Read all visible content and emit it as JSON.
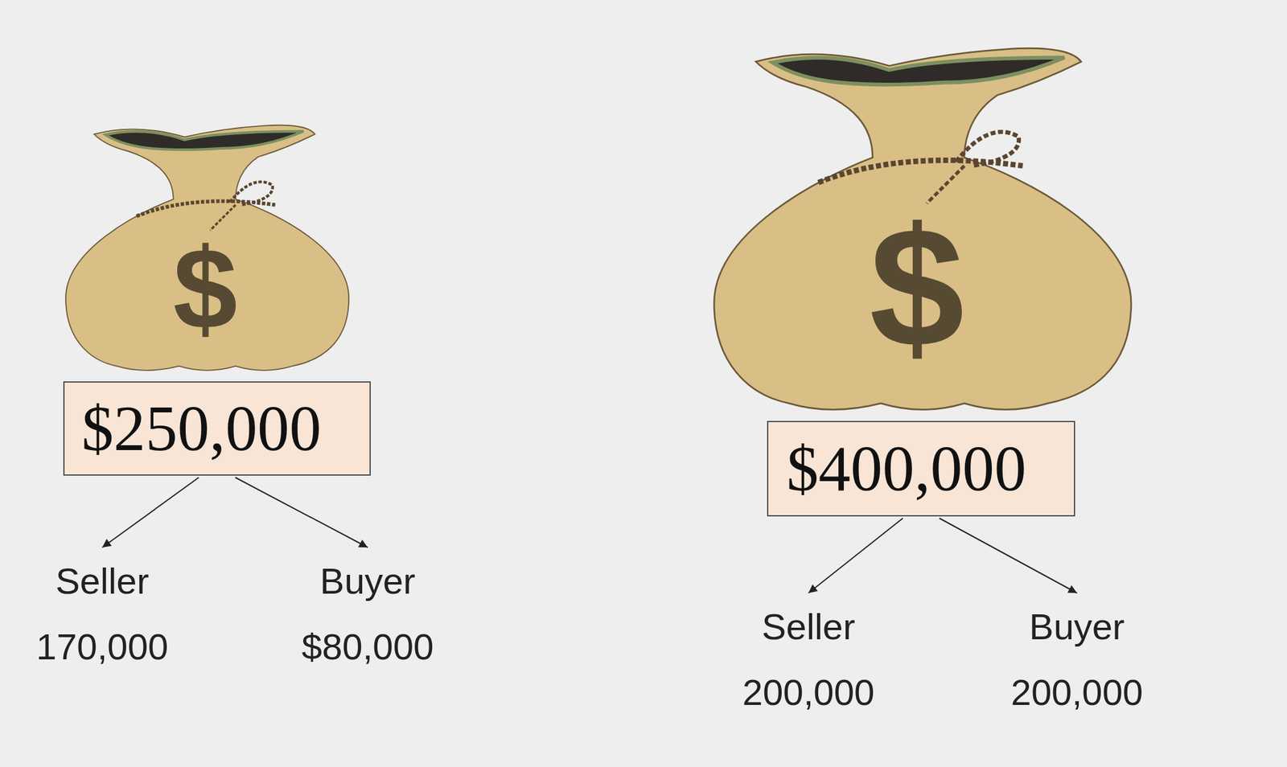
{
  "diagram": {
    "nodes": [
      {
        "text": [
          "$250,000"
        ]
      },
      {
        "text": [
          "Seller",
          "170,000"
        ]
      },
      {
        "text": [
          "Buyer",
          "$80,000"
        ]
      },
      {
        "text": [
          "$400,000"
        ]
      },
      {
        "text": [
          "Seller",
          "200,000"
        ]
      },
      {
        "text": [
          "Buyer",
          "200,000"
        ]
      }
    ],
    "edges": [
      {
        "from": 0,
        "to": 1,
        "arrow": "to"
      },
      {
        "from": 0,
        "to": 2,
        "arrow": "to"
      },
      {
        "from": 3,
        "to": 4,
        "arrow": "to"
      },
      {
        "from": 3,
        "to": 5,
        "arrow": "to"
      }
    ],
    "labels": [
      "$",
      "$"
    ]
  }
}
